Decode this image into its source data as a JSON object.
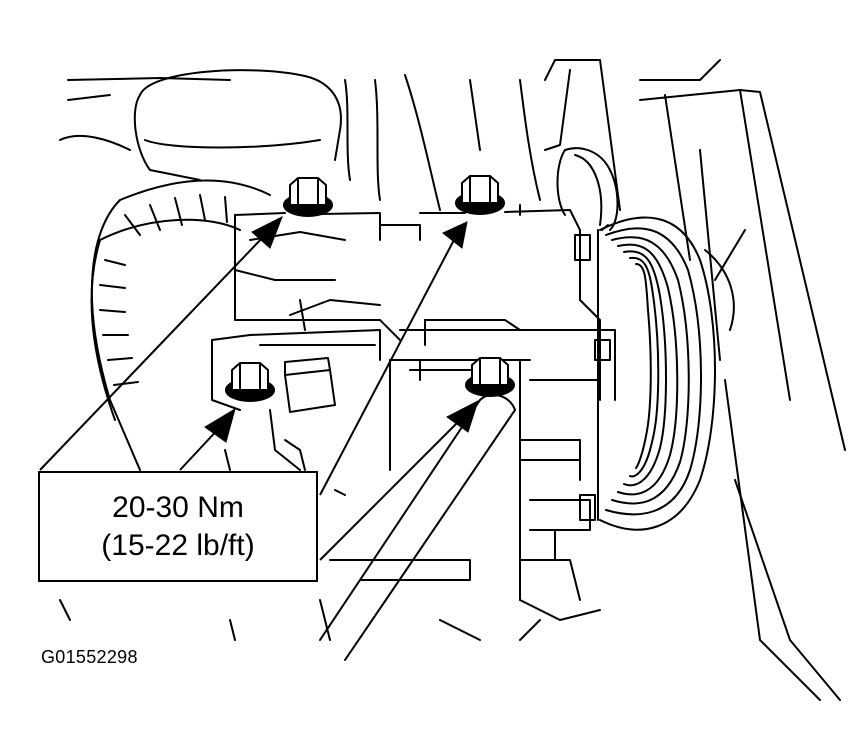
{
  "torque_label": {
    "metric": "20-30 Nm",
    "imperial": "(15-22 lb/ft)"
  },
  "figure_id": "G01552298",
  "colors": {
    "line": "#000000",
    "background": "#ffffff"
  }
}
